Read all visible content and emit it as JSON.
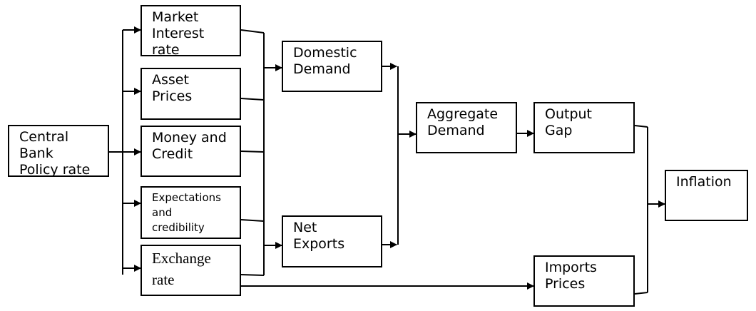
{
  "nodes": {
    "central_bank": "Central\nBank\nPolicy rate",
    "market_interest": "Market\nInterest\nrate",
    "asset_prices": "Asset\nPrices",
    "money_credit": "Money and\nCredit",
    "expectations": "Expectations\nand\ncredibility",
    "exchange_rate": "Exchange\nrate",
    "domestic_demand": "Domestic\nDemand",
    "net_exports": "Net\nExports",
    "aggregate_demand": "Aggregate\nDemand",
    "output_gap": "Output\nGap",
    "imports_prices": "Imports\nPrices",
    "inflation": "Inflation"
  },
  "colors": {
    "line": "#000000",
    "background": "#ffffff"
  }
}
